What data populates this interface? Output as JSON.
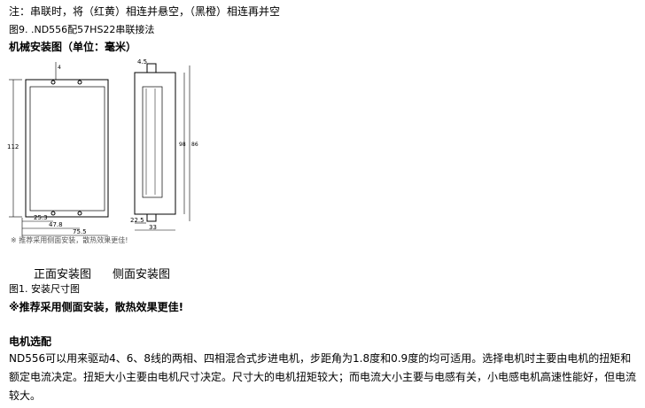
{
  "note_line": "注：串联时，将（红黄）相连并悬空，（黑橙）相连再并空",
  "fig9_caption": "图9. .ND556配57HS22串联接法",
  "mech_heading": "机械安装图（单位：毫米）",
  "drawing": {
    "front_dims": {
      "height": "112",
      "top": "4",
      "hole_x": "25.3",
      "hole_pitch": "47.8",
      "width": "75.5"
    },
    "side_dims": {
      "top": "4.5",
      "h1": "98",
      "h2": "86",
      "bottom1": "22.5",
      "bottom2": "33"
    },
    "small_note": "※ 推荐采用侧面安装，散热效果更佳!"
  },
  "label_front": "正面安装图",
  "label_side": "侧面安装图",
  "fig1_caption": "图1. 安装尺寸图",
  "recommend": "※推荐采用侧面安装，散热效果更佳!",
  "motor_heading": "电机选配",
  "motor_paragraph": "ND556可以用来驱动4、6、8线的两相、四相混合式步进电机，步距角为1.8度和0.9度的均可适用。选择电机时主要由电机的扭矩和额定电流决定。扭矩大小主要由电机尺寸决定。尺寸大的电机扭矩较大；而电流大小主要与电感有关，小电感电机高速性能好，但电流较大。"
}
